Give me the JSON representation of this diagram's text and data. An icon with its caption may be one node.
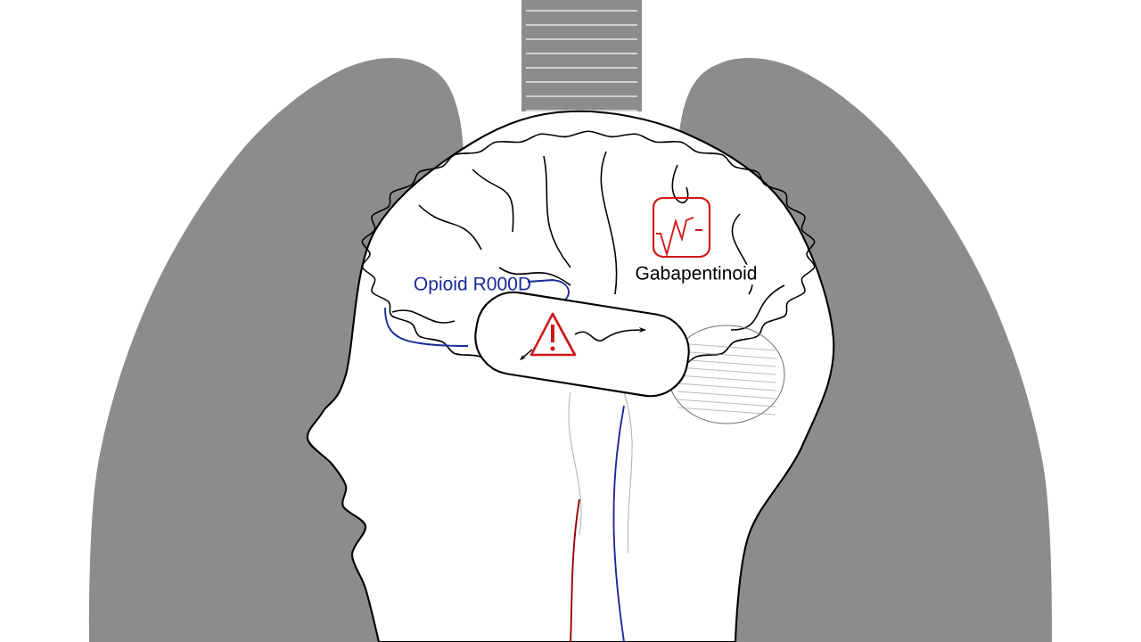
{
  "diagram": {
    "nodes": [
      {
        "text": [
          "Opioid R000D"
        ]
      },
      {
        "text": [],
        "shape": "box"
      }
    ],
    "labels": [
      "Gabapentinoid"
    ]
  }
}
